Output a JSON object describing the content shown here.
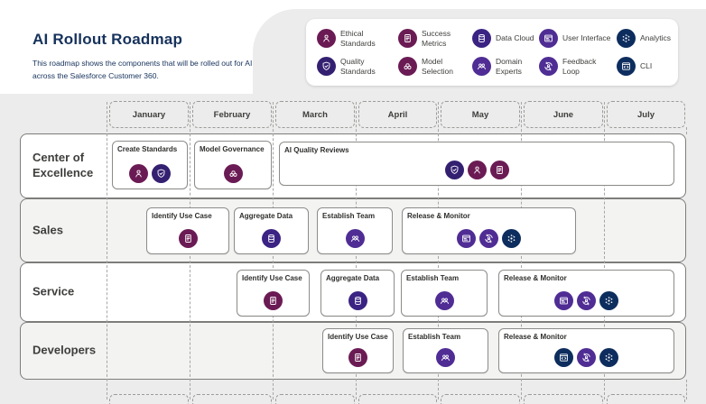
{
  "header": {
    "title": "AI Rollout Roadmap",
    "subtitle": "This roadmap shows the components that will be rolled out for AI across the Salesforce Customer 360."
  },
  "legend": {
    "items": [
      {
        "label": "Ethical Standards",
        "icon": "ethical-standards"
      },
      {
        "label": "Success Metrics",
        "icon": "success-metrics"
      },
      {
        "label": "Data Cloud",
        "icon": "data-cloud"
      },
      {
        "label": "User Interface",
        "icon": "user-interface"
      },
      {
        "label": "Analytics",
        "icon": "analytics"
      },
      {
        "label": "Quality Standards",
        "icon": "quality-standards"
      },
      {
        "label": "Model Selection",
        "icon": "model-selection"
      },
      {
        "label": "Domain Experts",
        "icon": "domain-experts"
      },
      {
        "label": "Feedback Loop",
        "icon": "feedback-loop"
      },
      {
        "label": "CLI",
        "icon": "cli"
      }
    ]
  },
  "timeline": {
    "months": [
      "January",
      "February",
      "March",
      "April",
      "May",
      "June",
      "July"
    ]
  },
  "grid": {
    "rows": [
      {
        "label": "Center of Excellence",
        "cards": [
          {
            "title": "Create Standards",
            "icons": [
              "ethical-standards",
              "quality-standards"
            ]
          },
          {
            "title": "Model Governance",
            "icons": [
              "model-selection"
            ]
          },
          {
            "title": "AI Quality Reviews",
            "icons": [
              "quality-standards",
              "ethical-standards",
              "success-metrics"
            ]
          }
        ]
      },
      {
        "label": "Sales",
        "cards": [
          {
            "title": "Identify Use Case",
            "icons": [
              "success-metrics"
            ]
          },
          {
            "title": "Aggregate Data",
            "icons": [
              "data-cloud"
            ]
          },
          {
            "title": "Establish Team",
            "icons": [
              "domain-experts"
            ]
          },
          {
            "title": "Release & Monitor",
            "icons": [
              "user-interface",
              "feedback-loop",
              "analytics"
            ]
          }
        ]
      },
      {
        "label": "Service",
        "cards": [
          {
            "title": "Identify Use Case",
            "icons": [
              "success-metrics"
            ]
          },
          {
            "title": "Aggregate Data",
            "icons": [
              "data-cloud"
            ]
          },
          {
            "title": "Establish Team",
            "icons": [
              "domain-experts"
            ]
          },
          {
            "title": "Release & Monitor",
            "icons": [
              "user-interface",
              "feedback-loop",
              "analytics"
            ]
          }
        ]
      },
      {
        "label": "Developers",
        "cards": [
          {
            "title": "Identify Use Case",
            "icons": [
              "success-metrics"
            ]
          },
          {
            "title": "Establish Team",
            "icons": [
              "domain-experts"
            ]
          },
          {
            "title": "Release & Monitor",
            "icons": [
              "cli",
              "feedback-loop",
              "analytics"
            ]
          }
        ]
      }
    ]
  },
  "colors": {
    "title_navy": "#16325C",
    "text_dark": "#3E3E3C",
    "icons": {
      "ethical-standards": "#6B1B54",
      "success-metrics": "#6B1B54",
      "model-selection": "#6B1B54",
      "data-cloud": "#3A2383",
      "user-interface": "#4F2D94",
      "domain-experts": "#4F2D94",
      "feedback-loop": "#4F2D94",
      "quality-standards": "#342071",
      "analytics": "#0D2D5E",
      "cli": "#0D2D5E"
    }
  }
}
